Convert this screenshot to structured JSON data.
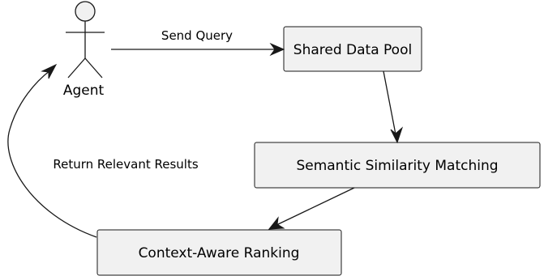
{
  "diagram": {
    "actor": {
      "label": "Agent"
    },
    "nodes": {
      "shared_data_pool": "Shared Data Pool",
      "semantic_similarity": "Semantic Similarity Matching",
      "context_ranking": "Context-Aware Ranking"
    },
    "edges": {
      "send_query": "Send Query",
      "return_results": "Return Relevant Results"
    }
  }
}
